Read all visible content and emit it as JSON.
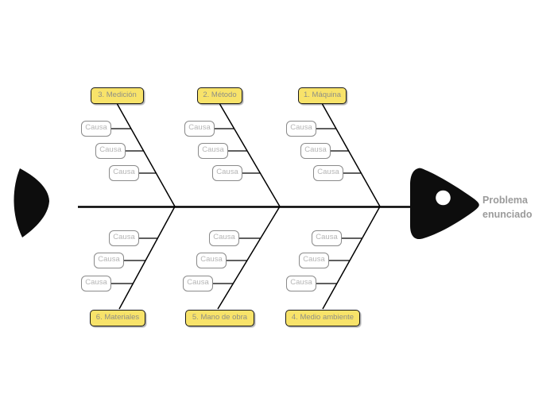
{
  "diagram": {
    "type": "fishbone-ishikawa",
    "problem_label": "Problema enunciado"
  },
  "branches": [
    {
      "label": "1. Máquina",
      "side": "top",
      "causes": [
        "Causa",
        "Causa",
        "Causa"
      ]
    },
    {
      "label": "2. Método",
      "side": "top",
      "causes": [
        "Causa",
        "Causa",
        "Causa"
      ]
    },
    {
      "label": "3. Medición",
      "side": "top",
      "causes": [
        "Causa",
        "Causa",
        "Causa"
      ]
    },
    {
      "label": "4. Medio ambiente",
      "side": "bottom",
      "causes": [
        "Causa",
        "Causa",
        "Causa"
      ]
    },
    {
      "label": "5. Mano de obra",
      "side": "bottom",
      "causes": [
        "Causa",
        "Causa",
        "Causa"
      ]
    },
    {
      "label": "6. Materiales",
      "side": "bottom",
      "causes": [
        "Causa",
        "Causa",
        "Causa"
      ]
    }
  ],
  "colors": {
    "background": "#FFFFFF",
    "category_fill": "#F8E36A",
    "category_border": "#1A1A1A",
    "category_text": "#8F8F85",
    "cause_fill": "#FFFFFF",
    "cause_border": "#8A8A8A",
    "cause_text": "#B5B5B5",
    "line": "#000000",
    "fish_shape_fill": "#0D0D0D",
    "problem_text": "#9B9B9B"
  }
}
